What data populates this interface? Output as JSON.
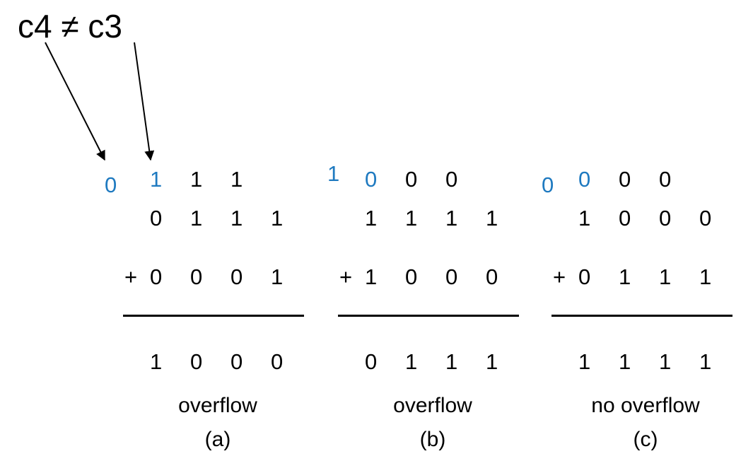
{
  "annotation": {
    "text": "c4 ≠ c3",
    "color": "#000000"
  },
  "colors": {
    "carry": "#1f7ac0",
    "text": "#000000"
  },
  "panels": [
    {
      "carry": [
        "0",
        "1",
        "1",
        "1"
      ],
      "operand1": [
        "0",
        "1",
        "1",
        "1"
      ],
      "operator": "+",
      "operand2": [
        "0",
        "0",
        "0",
        "1"
      ],
      "result": [
        "1",
        "0",
        "0",
        "0"
      ],
      "status": "overflow",
      "tag": "(a)"
    },
    {
      "carry": [
        "1",
        "0",
        "0",
        "0"
      ],
      "operand1": [
        "1",
        "1",
        "1",
        "1"
      ],
      "operator": "+",
      "operand2": [
        "1",
        "0",
        "0",
        "0"
      ],
      "result": [
        "0",
        "1",
        "1",
        "1"
      ],
      "status": "overflow",
      "tag": "(b)"
    },
    {
      "carry": [
        "0",
        "0",
        "0",
        "0"
      ],
      "operand1": [
        "1",
        "0",
        "0",
        "0"
      ],
      "operator": "+",
      "operand2": [
        "0",
        "1",
        "1",
        "1"
      ],
      "result": [
        "1",
        "1",
        "1",
        "1"
      ],
      "status": "no overflow",
      "tag": "(c)"
    }
  ]
}
